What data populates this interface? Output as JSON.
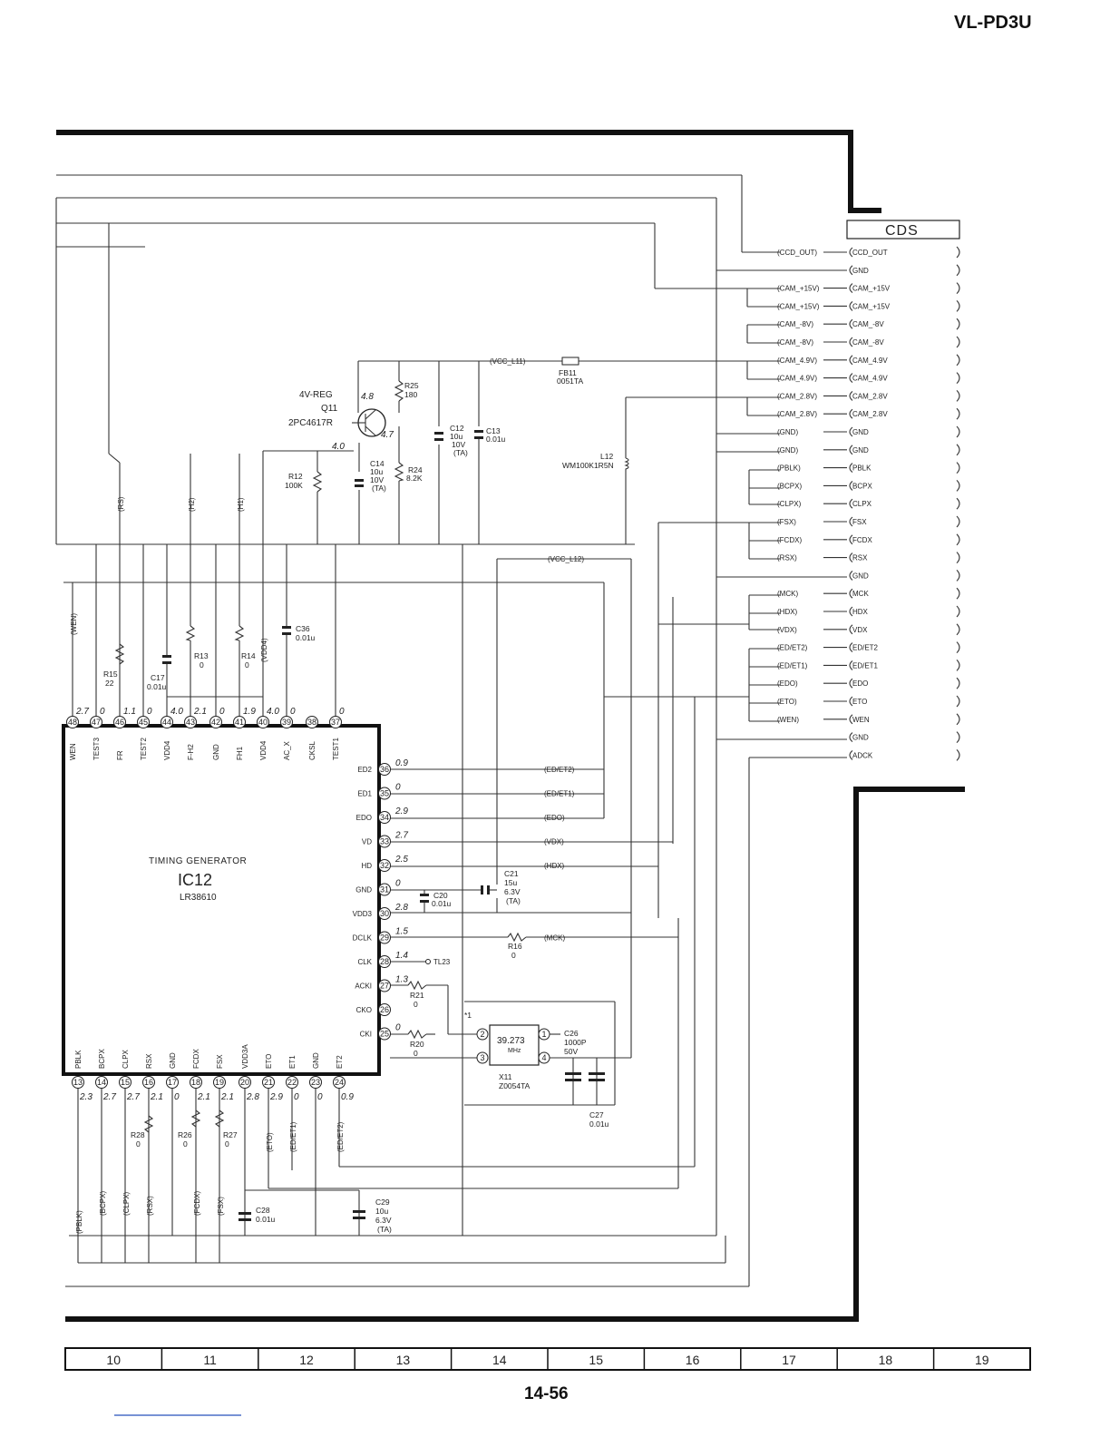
{
  "header": {
    "model": "VL-PD3U"
  },
  "footer": {
    "page": "14-56"
  },
  "grid": [
    "10",
    "11",
    "12",
    "13",
    "14",
    "15",
    "16",
    "17",
    "18",
    "19"
  ],
  "cds": {
    "title": "CDS",
    "pins": [
      {
        "wire": "(CCD_OUT)",
        "label": "CCD_OUT"
      },
      {
        "wire": "",
        "label": "GND"
      },
      {
        "wire": "(CAM_+15V)",
        "label": "CAM_+15V"
      },
      {
        "wire": "(CAM_+15V)",
        "label": "CAM_+15V"
      },
      {
        "wire": "(CAM_-8V)",
        "label": "CAM_-8V"
      },
      {
        "wire": "(CAM_-8V)",
        "label": "CAM_-8V"
      },
      {
        "wire": "(CAM_4.9V)",
        "label": "CAM_4.9V"
      },
      {
        "wire": "(CAM_4.9V)",
        "label": "CAM_4.9V"
      },
      {
        "wire": "(CAM_2.8V)",
        "label": "CAM_2.8V"
      },
      {
        "wire": "(CAM_2.8V)",
        "label": "CAM_2.8V"
      },
      {
        "wire": "(GND)",
        "label": "GND"
      },
      {
        "wire": "(GND)",
        "label": "GND"
      },
      {
        "wire": "(PBLK)",
        "label": "PBLK"
      },
      {
        "wire": "(BCPX)",
        "label": "BCPX"
      },
      {
        "wire": "(CLPX)",
        "label": "CLPX"
      },
      {
        "wire": "(FSX)",
        "label": "FSX"
      },
      {
        "wire": "(FCDX)",
        "label": "FCDX"
      },
      {
        "wire": "(RSX)",
        "label": "RSX"
      },
      {
        "wire": "",
        "label": "GND"
      },
      {
        "wire": "(MCK)",
        "label": "MCK"
      },
      {
        "wire": "(HDX)",
        "label": "HDX"
      },
      {
        "wire": "(VDX)",
        "label": "VDX"
      },
      {
        "wire": "(ED/ET2)",
        "label": "ED/ET2"
      },
      {
        "wire": "(ED/ET1)",
        "label": "ED/ET1"
      },
      {
        "wire": "(EDO)",
        "label": "EDO"
      },
      {
        "wire": "(ETO)",
        "label": "ETO"
      },
      {
        "wire": "(WEN)",
        "label": "WEN"
      },
      {
        "wire": "",
        "label": "GND"
      },
      {
        "wire": "",
        "label": "ADCK"
      }
    ]
  },
  "ic12": {
    "title": "TIMING GENERATOR",
    "ref": "IC12",
    "part": "LR38610",
    "top_pins": [
      {
        "n": "48",
        "name": "WEN",
        "v": "2.7"
      },
      {
        "n": "47",
        "name": "TEST3",
        "v": "0"
      },
      {
        "n": "46",
        "name": "FR",
        "v": "1.1"
      },
      {
        "n": "45",
        "name": "TEST2",
        "v": "0"
      },
      {
        "n": "44",
        "name": "VDD4",
        "v": "4.0"
      },
      {
        "n": "43",
        "name": "F-H2",
        "v": "2.1"
      },
      {
        "n": "42",
        "name": "GND",
        "v": "0"
      },
      {
        "n": "41",
        "name": "FH1",
        "v": "1.9"
      },
      {
        "n": "40",
        "name": "VDD4",
        "v": "4.0"
      },
      {
        "n": "39",
        "name": "AC_X",
        "v": "0"
      },
      {
        "n": "38",
        "name": "CKSL",
        "v": ""
      },
      {
        "n": "37",
        "name": "TEST1",
        "v": "0"
      }
    ],
    "right_pins": [
      {
        "n": "36",
        "name": "ED2",
        "v": "0.9",
        "net": "(ED/ET2)"
      },
      {
        "n": "35",
        "name": "ED1",
        "v": "0",
        "net": "(ED/ET1)"
      },
      {
        "n": "34",
        "name": "EDO",
        "v": "2.9",
        "net": "(EDO)"
      },
      {
        "n": "33",
        "name": "VD",
        "v": "2.7",
        "net": "(VDX)"
      },
      {
        "n": "32",
        "name": "HD",
        "v": "2.5",
        "net": "(HDX)"
      },
      {
        "n": "31",
        "name": "GND",
        "v": "0",
        "net": ""
      },
      {
        "n": "30",
        "name": "VDD3",
        "v": "2.8",
        "net": ""
      },
      {
        "n": "29",
        "name": "DCLK",
        "v": "1.5",
        "net": "(MCK)"
      },
      {
        "n": "28",
        "name": "CLK",
        "v": "1.4",
        "net": ""
      },
      {
        "n": "27",
        "name": "ACKI",
        "v": "1.3",
        "net": ""
      },
      {
        "n": "26",
        "name": "CKO",
        "v": "",
        "net": ""
      },
      {
        "n": "25",
        "name": "CKI",
        "v": "0",
        "net": ""
      }
    ],
    "bottom_pins": [
      {
        "n": "13",
        "name": "PBLK",
        "v": "2.3"
      },
      {
        "n": "14",
        "name": "BCPX",
        "v": "2.7"
      },
      {
        "n": "15",
        "name": "CLPX",
        "v": "2.7"
      },
      {
        "n": "16",
        "name": "RSX",
        "v": "2.1"
      },
      {
        "n": "17",
        "name": "GND",
        "v": "0"
      },
      {
        "n": "18",
        "name": "FCDX",
        "v": "2.1"
      },
      {
        "n": "19",
        "name": "FSX",
        "v": "2.1"
      },
      {
        "n": "20",
        "name": "VDD3A",
        "v": "2.8"
      },
      {
        "n": "21",
        "name": "ETO",
        "v": "2.9"
      },
      {
        "n": "22",
        "name": "ET1",
        "v": "0"
      },
      {
        "n": "23",
        "name": "GND",
        "v": "0"
      },
      {
        "n": "24",
        "name": "ET2",
        "v": "0.9"
      }
    ]
  },
  "nets": {
    "vcc_l11": "(VCC_L11)",
    "vcc_l12": "(VCC_L12)",
    "top_labels": [
      "(RS)",
      "(H2)",
      "(H1)"
    ],
    "left_labels": [
      "(WEN)",
      "(VDD4)"
    ],
    "bottom_labels": [
      "(PBLK)",
      "(BCPX)",
      "(CLPX)",
      "(RSX)",
      "(FCDX)",
      "(FSX)"
    ],
    "bottom_right_labels": [
      "(ETO)",
      "(ED/ET1)",
      "(ED/ET2)"
    ],
    "tl23": "TL23"
  },
  "components": {
    "reg_label": "4V-REG",
    "q11": "Q11",
    "q11_part": "2PC4617R",
    "q11_v_c": "4.8",
    "q11_v_e": "4.7",
    "q11_v_b": "4.0",
    "r25": [
      "R25",
      "180"
    ],
    "c12": [
      "C12",
      "10u",
      "10V",
      "(TA)"
    ],
    "c13": [
      "C13",
      "0.01u"
    ],
    "fb11": [
      "FB11",
      "0051TA"
    ],
    "l12": [
      "L12",
      "WM100K1R5N"
    ],
    "r12": [
      "R12",
      "100K"
    ],
    "c14": [
      "C14",
      "10u",
      "10V",
      "(TA)"
    ],
    "r24": [
      "R24",
      "8.2K"
    ],
    "c36": [
      "C36",
      "0.01u"
    ],
    "r15": [
      "R15",
      "22"
    ],
    "c17": [
      "C17",
      "0.01u"
    ],
    "r13": [
      "R13",
      "0"
    ],
    "r14": [
      "R14",
      "0"
    ],
    "c20": [
      "C20",
      "0.01u"
    ],
    "c21": [
      "C21",
      "15u",
      "6.3V",
      "(TA)"
    ],
    "r16": [
      "R16",
      "0"
    ],
    "r21": [
      "R21",
      "0"
    ],
    "r20": [
      "R20",
      "0"
    ],
    "x11": [
      "39.273",
      "MHz",
      "X11",
      "Z0054TA",
      "*1"
    ],
    "c26": [
      "C26",
      "1000P",
      "50V"
    ],
    "c27": [
      "C27",
      "0.01u"
    ],
    "r28": [
      "R28",
      "0"
    ],
    "r26": [
      "R26",
      "0"
    ],
    "r27": [
      "R27",
      "0"
    ],
    "c28": [
      "C28",
      "0.01u"
    ],
    "c29": [
      "C29",
      "10u",
      "6.3V",
      "(TA)"
    ]
  }
}
